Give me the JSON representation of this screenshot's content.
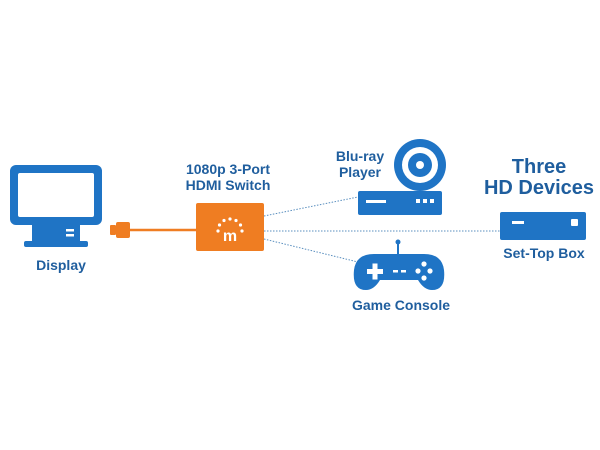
{
  "colors": {
    "blue": "#1f74c5",
    "dark_blue": "#1f5e9e",
    "orange": "#ef7d22",
    "line": "#5a8fbf"
  },
  "display": {
    "label": "Display",
    "icon": "monitor-icon"
  },
  "switch": {
    "label_line1": "1080p 3-Port",
    "label_line2": "HDMI Switch",
    "logo_letter": "m",
    "icon": "hdmi-switch-icon"
  },
  "bluray": {
    "label_line1": "Blu-ray",
    "label_line2": "Player",
    "icon": "bluray-player-icon"
  },
  "game": {
    "label": "Game Console",
    "icon": "gamepad-icon"
  },
  "heading": {
    "line1": "Three",
    "line2": "HD Devices"
  },
  "settop": {
    "label": "Set-Top Box",
    "icon": "set-top-box-icon"
  }
}
